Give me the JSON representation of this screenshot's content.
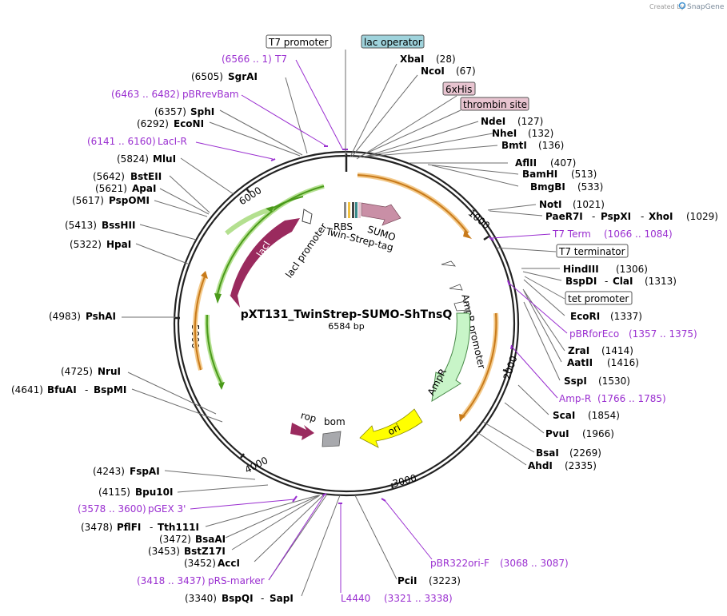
{
  "credit": {
    "created_by": "Created by",
    "brand": "SnapGene"
  },
  "plasmid": {
    "name": "pXT131_TwinStrep-SUMO-ShTnsQ",
    "size": "6584 bp"
  },
  "ticks": [
    "1000",
    "2000",
    "3000",
    "4000",
    "5000",
    "6000"
  ],
  "features": {
    "lacI": "lacI",
    "lacI_promoter": "lacI promoter",
    "rbs": "RBS",
    "sumo": "SUMO",
    "twinstrep": "Twin-Strep-tag",
    "ampr": "AmpR",
    "ampr_promoter": "AmpR promoter",
    "ori": "ori",
    "rop": "rop",
    "bom": "bom"
  },
  "boxes": {
    "t7_promoter": "T7 promoter",
    "lac_operator": "lac operator",
    "his": "6xHis",
    "thrombin": "thrombin site",
    "t7_terminator": "T7 terminator",
    "tet_promoter": "tet promoter"
  },
  "enzymes": {
    "xbai": {
      "name": "XbaI",
      "pos": "(28)"
    },
    "ncoi": {
      "name": "NcoI",
      "pos": "(67)"
    },
    "ndei": {
      "name": "NdeI",
      "pos": "(127)"
    },
    "nhei": {
      "name": "NheI",
      "pos": "(132)"
    },
    "bmti": {
      "name": "BmtI",
      "pos": "(136)"
    },
    "aflii": {
      "name": "AflII",
      "pos": "(407)"
    },
    "bamhi": {
      "name": "BamHI",
      "pos": "(513)"
    },
    "bmgbi": {
      "name": "BmgBI",
      "pos": "(533)"
    },
    "noti": {
      "name": "NotI",
      "pos": "(1021)"
    },
    "paer7i": {
      "name": "PaeR7I",
      "sep1": "-",
      "name2": "PspXI",
      "sep2": "-",
      "name3": "XhoI",
      "pos": "(1029)"
    },
    "hindiii": {
      "name": "HindIII",
      "pos": "(1306)"
    },
    "bspdi": {
      "name": "BspDI",
      "sep": "-",
      "name2": "ClaI",
      "pos": "(1313)"
    },
    "ecori": {
      "name": "EcoRI",
      "pos": "(1337)"
    },
    "zrai": {
      "name": "ZraI",
      "pos": "(1414)"
    },
    "aatii": {
      "name": "AatII",
      "pos": "(1416)"
    },
    "sspi": {
      "name": "SspI",
      "pos": "(1530)"
    },
    "scai": {
      "name": "ScaI",
      "pos": "(1854)"
    },
    "pvui": {
      "name": "PvuI",
      "pos": "(1966)"
    },
    "bsai": {
      "name": "BsaI",
      "pos": "(2269)"
    },
    "ahdi": {
      "name": "AhdI",
      "pos": "(2335)"
    },
    "pcii": {
      "name": "PciI",
      "pos": "(3223)"
    },
    "bspqi": {
      "name": "BspQI",
      "sep": "-",
      "name2": "SapI",
      "pos": "(3340)"
    },
    "acci": {
      "name": "AccI",
      "pos": "(3452)"
    },
    "bstz17i": {
      "name": "BstZ17I",
      "pos": "(3453)"
    },
    "bsaai": {
      "name": "BsaAI",
      "pos": "(3472)"
    },
    "pflfi": {
      "name": "PflFI",
      "sep": "-",
      "name2": "Tth111I",
      "pos": "(3478)"
    },
    "bpu10i": {
      "name": "Bpu10I",
      "pos": "(4115)"
    },
    "fspai": {
      "name": "FspAI",
      "pos": "(4243)"
    },
    "bfuai": {
      "name": "BfuAI",
      "sep": "-",
      "name2": "BspMI",
      "pos": "(4641)"
    },
    "drui": {
      "name": "NruI",
      "pos": "(4725)"
    },
    "pshai": {
      "name": "PshAI",
      "pos": "(4983)"
    },
    "hpai": {
      "name": "HpaI",
      "pos": "(5322)"
    },
    "bsshii": {
      "name": "BssHII",
      "pos": "(5413)"
    },
    "pspomi": {
      "name": "PspOMI",
      "pos": "(5617)"
    },
    "apai": {
      "name": "ApaI",
      "pos": "(5621)"
    },
    "bsteii": {
      "name": "BstEII",
      "pos": "(5642)"
    },
    "mlui": {
      "name": "MluI",
      "pos": "(5824)"
    },
    "ecoNI": {
      "name": "EcoNI",
      "pos": "(6292)"
    },
    "sphi": {
      "name": "SphI",
      "pos": "(6357)"
    },
    "sgrai": {
      "name": "SgrAI",
      "pos": "(6505)"
    }
  },
  "primers": {
    "t7": {
      "range": "(6566 .. 1)",
      "name": "T7"
    },
    "pbrrevbam": {
      "range": "(6463 .. 6482)",
      "name": "pBRrevBam"
    },
    "laci_r": {
      "range": "(6141 .. 6160)",
      "name": "LacI-R"
    },
    "t7term": {
      "name": "T7 Term",
      "range": "(1066 .. 1084)"
    },
    "pbrforeco": {
      "name": "pBRforEco",
      "range": "(1357 .. 1375)"
    },
    "ampr": {
      "name": "Amp-R",
      "range": "(1766 .. 1785)"
    },
    "pbr322ori": {
      "name": "pBR322ori-F",
      "range": "(3068 .. 3087)"
    },
    "l4440": {
      "name": "L4440",
      "range": "(3321 .. 3338)"
    },
    "prs": {
      "range": "(3418 .. 3437)",
      "name": "pRS-marker"
    },
    "pgex": {
      "range": "(3578 .. 3600)",
      "name": "pGEX 3'"
    }
  },
  "colors": {
    "lacI": "#9a2a5e",
    "sumo": "#c98fa6",
    "ampr": "#c8f5c8",
    "ori": "#ffff00",
    "rop": "#9a2a5e",
    "bom": "#a8a9ad",
    "orf_green": "#4a9a1a",
    "orf_orange": "#c87a1a",
    "primer": "#9a2fd0",
    "box_lac": "#9fd3dc",
    "box_pink": "#e8c4d0"
  }
}
